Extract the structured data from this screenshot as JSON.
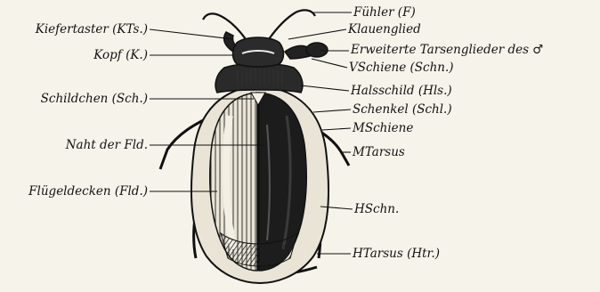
{
  "figure": {
    "labels_left": [
      {
        "id": "kiefertaster",
        "text": "Kiefertaster (KTs.)"
      },
      {
        "id": "kopf",
        "text": "Kopf (K.)"
      },
      {
        "id": "schildchen",
        "text": "Schildchen (Sch.)"
      },
      {
        "id": "naht",
        "text": "Naht der Fld."
      },
      {
        "id": "fluegeldecken",
        "text": "Flügeldecken (Fld.)"
      }
    ],
    "labels_right": [
      {
        "id": "fuehler",
        "text": "Fühler (F)"
      },
      {
        "id": "klauenglied",
        "text": "Klauenglied"
      },
      {
        "id": "tarsenglieder",
        "text": "Erweiterte Tarsenglieder des ♂"
      },
      {
        "id": "vschiene",
        "text": "VSchiene (Schn.)"
      },
      {
        "id": "halsschild",
        "text": "Halsschild (Hls.)"
      },
      {
        "id": "schenkel",
        "text": "Schenkel (Schl.)"
      },
      {
        "id": "mschiene",
        "text": "MSchiene"
      },
      {
        "id": "mtarsus",
        "text": "MTarsus"
      },
      {
        "id": "hschn",
        "text": "HSchn."
      },
      {
        "id": "htarsus",
        "text": "HTarsus (Htr.)"
      }
    ]
  }
}
